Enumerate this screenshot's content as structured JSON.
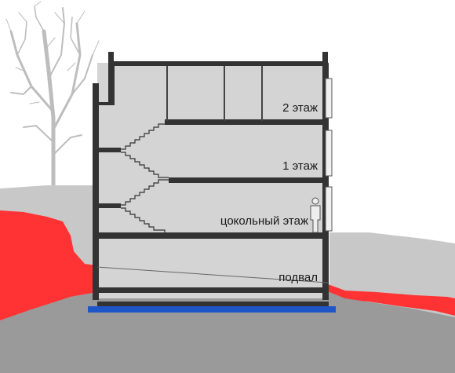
{
  "floors": {
    "second": "2 этаж",
    "first": "1 этаж",
    "ground": "цокольный этаж",
    "basement": "подвал"
  },
  "colors": {
    "soil_upper": "#c8c8c8",
    "soil_lower": "#9a9a9a",
    "fill_red": "#ff3333",
    "waterproof": "#1e56c8",
    "interior": "#d4d4d4",
    "wall": "#333333",
    "tree": "#bbbbbb"
  }
}
